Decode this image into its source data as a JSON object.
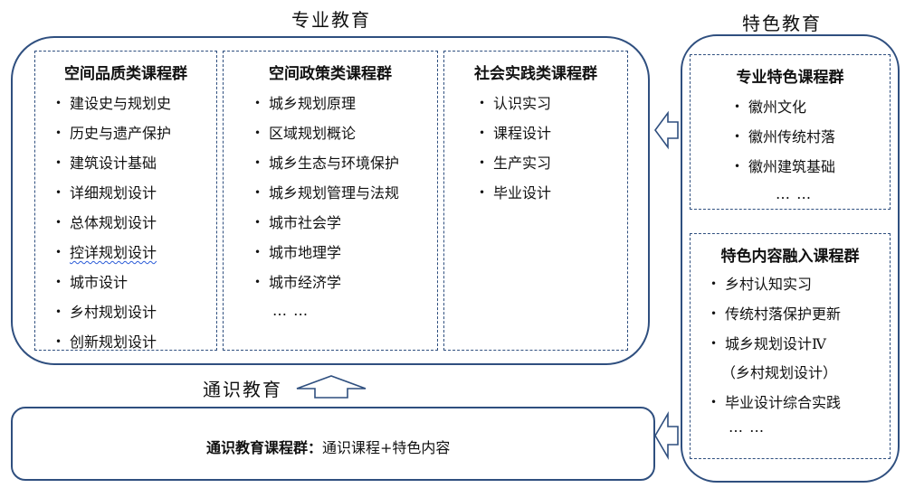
{
  "titles": {
    "professional": "专业教育",
    "featured": "特色教育",
    "general": "通识教育"
  },
  "professional_groups": [
    {
      "title": "空间品质类课程群",
      "items": [
        "建设史与规划史",
        "历史与遗产保护",
        "建筑设计基础",
        "详细规划设计",
        "总体规划设计",
        "控详规划设计",
        "城市设计",
        "乡村规划设计",
        "创新规划设计"
      ]
    },
    {
      "title": "空间政策类课程群",
      "items": [
        "城乡规划原理",
        "区域规划概论",
        "城乡生态与环境保护",
        "城乡规划管理与法规",
        "城市社会学",
        "城市地理学",
        "城市经济学"
      ],
      "ellipsis": "… …"
    },
    {
      "title": "社会实践类课程群",
      "items": [
        "认识实习",
        "课程设计",
        "生产实习",
        "毕业设计"
      ]
    }
  ],
  "featured_groups": [
    {
      "title": "专业特色课程群",
      "items": [
        "徽州文化",
        "徽州传统村落",
        "徽州建筑基础"
      ],
      "ellipsis": "… …"
    },
    {
      "title": "特色内容融入课程群",
      "items": [
        "乡村认知实习",
        "传统村落保护更新",
        "城乡规划设计Ⅳ",
        "毕业设计综合实践"
      ],
      "sub_note": "（乡村规划设计）",
      "ellipsis": "… …"
    }
  ],
  "general_group": {
    "label": "通识教育课程群：",
    "content": "通识课程+特色内容"
  },
  "bullet": "•",
  "colors": {
    "border": "#2f4f7f",
    "text": "#111111",
    "background": "#ffffff"
  },
  "icons": {
    "arrow_left": "hollow-arrow-left-icon",
    "arrow_up": "hollow-arrow-up-icon"
  }
}
